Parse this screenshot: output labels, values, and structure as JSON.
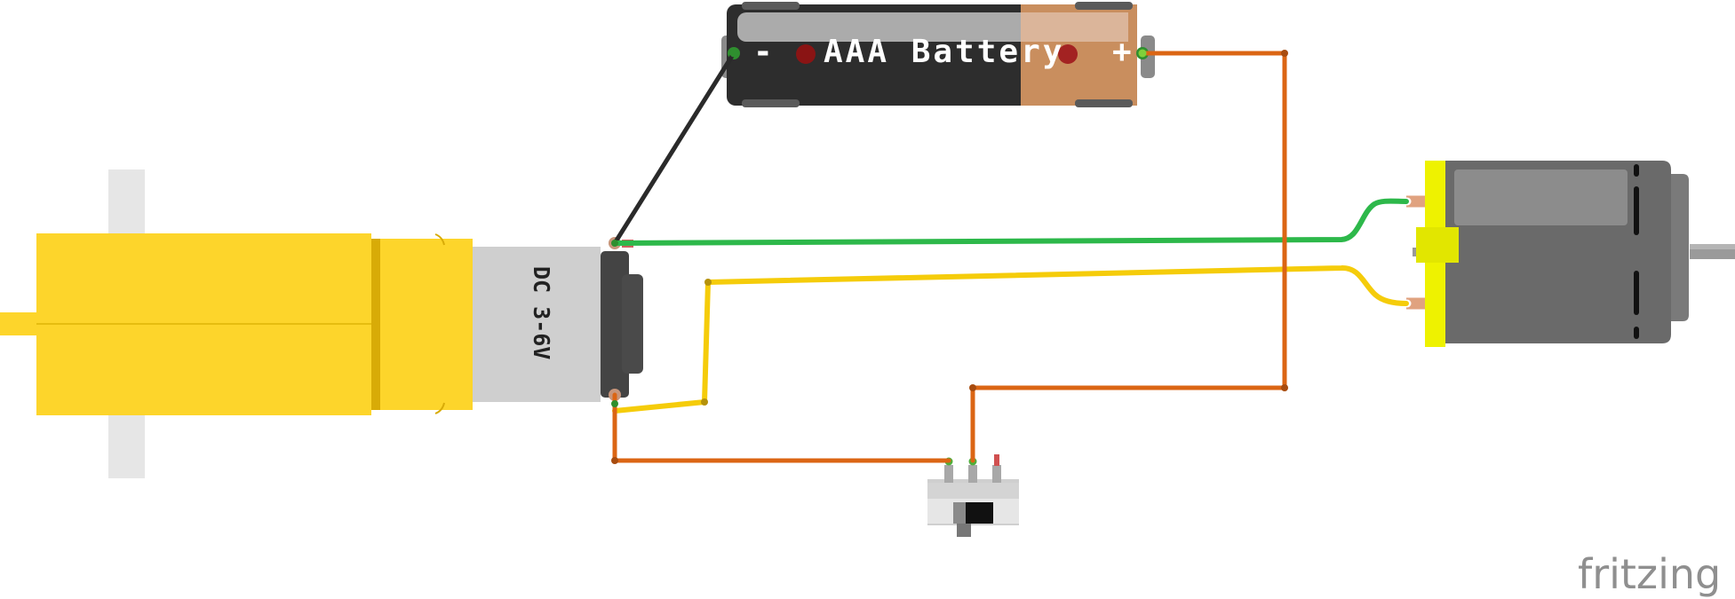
{
  "battery": {
    "negative": "-",
    "name": "AAA Battery",
    "positive": "+"
  },
  "gear_motor": {
    "label": "DC 3-6V"
  },
  "brand": {
    "name": "fritzing"
  },
  "colors": {
    "wire_black": "#2a2a2a",
    "wire_green": "#2db84a",
    "wire_yellow": "#f5cc0a",
    "wire_orange": "#db6514",
    "gearbox_yellow": "#fdd52b",
    "motor_gray": "#6a6a6a",
    "motor_endcap": "#eef200"
  },
  "icons": [
    "toggle-switch-icon",
    "dc-motor-icon",
    "gear-motor-icon",
    "battery-icon"
  ]
}
